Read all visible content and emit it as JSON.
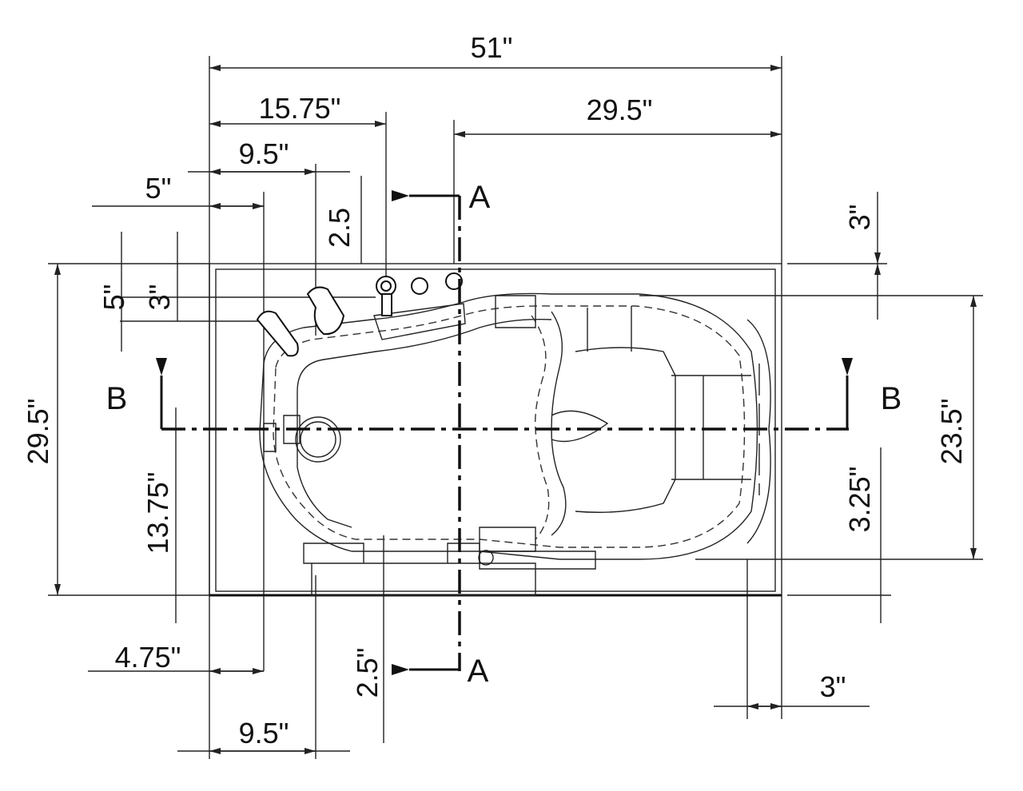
{
  "drawing": {
    "dimensions": {
      "overall_length": "51\"",
      "drain_end_to_door": "15.75\"",
      "door_to_end": "29.5\"",
      "to_handle_top": "9.5\"",
      "to_spout": "5\"",
      "handle_offset": "2.5",
      "top_rim_right": "3\"",
      "left_5": "5\"",
      "left_3": "3\"",
      "overall_width": "29.5\"",
      "inner_width": "23.5\"",
      "drain_height": "13.75\"",
      "right_offset": "3.25\"",
      "bottom_4_75": "4.75\"",
      "door_offset": "2.5\"",
      "bottom_9_5": "9.5\"",
      "bottom_right_3": "3\""
    },
    "section_labels": {
      "a_top": "A",
      "a_bottom": "A",
      "b_left": "B",
      "b_right": "B"
    }
  }
}
